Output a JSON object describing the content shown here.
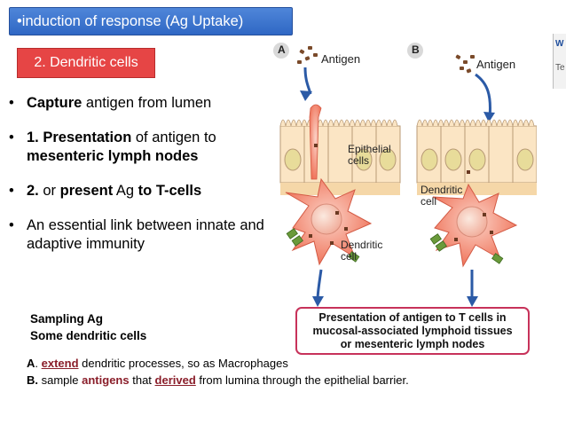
{
  "title": "•induction of response (Ag Uptake)",
  "subtitle": "2. Dendritic cells",
  "bullets": [
    {
      "b1": "Capture",
      "t1": " antigen from lumen"
    },
    {
      "b1": "1. Presentation",
      "t1": " of antigen to ",
      "b2": "mesenteric lymph nodes"
    },
    {
      "b1": "2.",
      "t1": " or ",
      "b2": "present",
      "t2": " Ag ",
      "b3": "to T-cells"
    },
    {
      "t1": "An essential link between innate and adaptive immunity"
    }
  ],
  "sampling": [
    "Sampling Ag",
    "Some dendritic cells"
  ],
  "notes": {
    "a_prefix": "A",
    "a_dot": ". ",
    "a_hl": "extend",
    "a_rest": " dendritic processes, so as  Macrophages",
    "b_prefix": "B.",
    "b_t1": " sample ",
    "b_hl1": "antigens",
    "b_t2": " that ",
    "b_hl2": "derived",
    "b_t3": " from lumina  through the epithelial barrier."
  },
  "figure": {
    "panel_a": "A",
    "panel_b": "B",
    "antigen_a": "Antigen",
    "antigen_b": "Antigen",
    "epithelial": [
      "Epithelial",
      "cells"
    ],
    "dendritic_a": [
      "Dendritic",
      "cell"
    ],
    "dendritic_b": [
      "Dendritic",
      "cell"
    ],
    "caption": [
      "Presentation of antigen to T cells in",
      "mucosal-associated lymphoid tissues",
      "or mesenteric lymph nodes"
    ]
  },
  "right_edge": {
    "w": "W",
    "t": "Te"
  },
  "colors": {
    "title_bg": "#3a73d0",
    "subtitle_bg": "#e64545",
    "caption_border": "#c7325a",
    "highlight": "#8a1e2a",
    "arrow": "#2b5aa6",
    "cell_fill": "#fbe5c4",
    "dendritic": "#f27e69"
  }
}
